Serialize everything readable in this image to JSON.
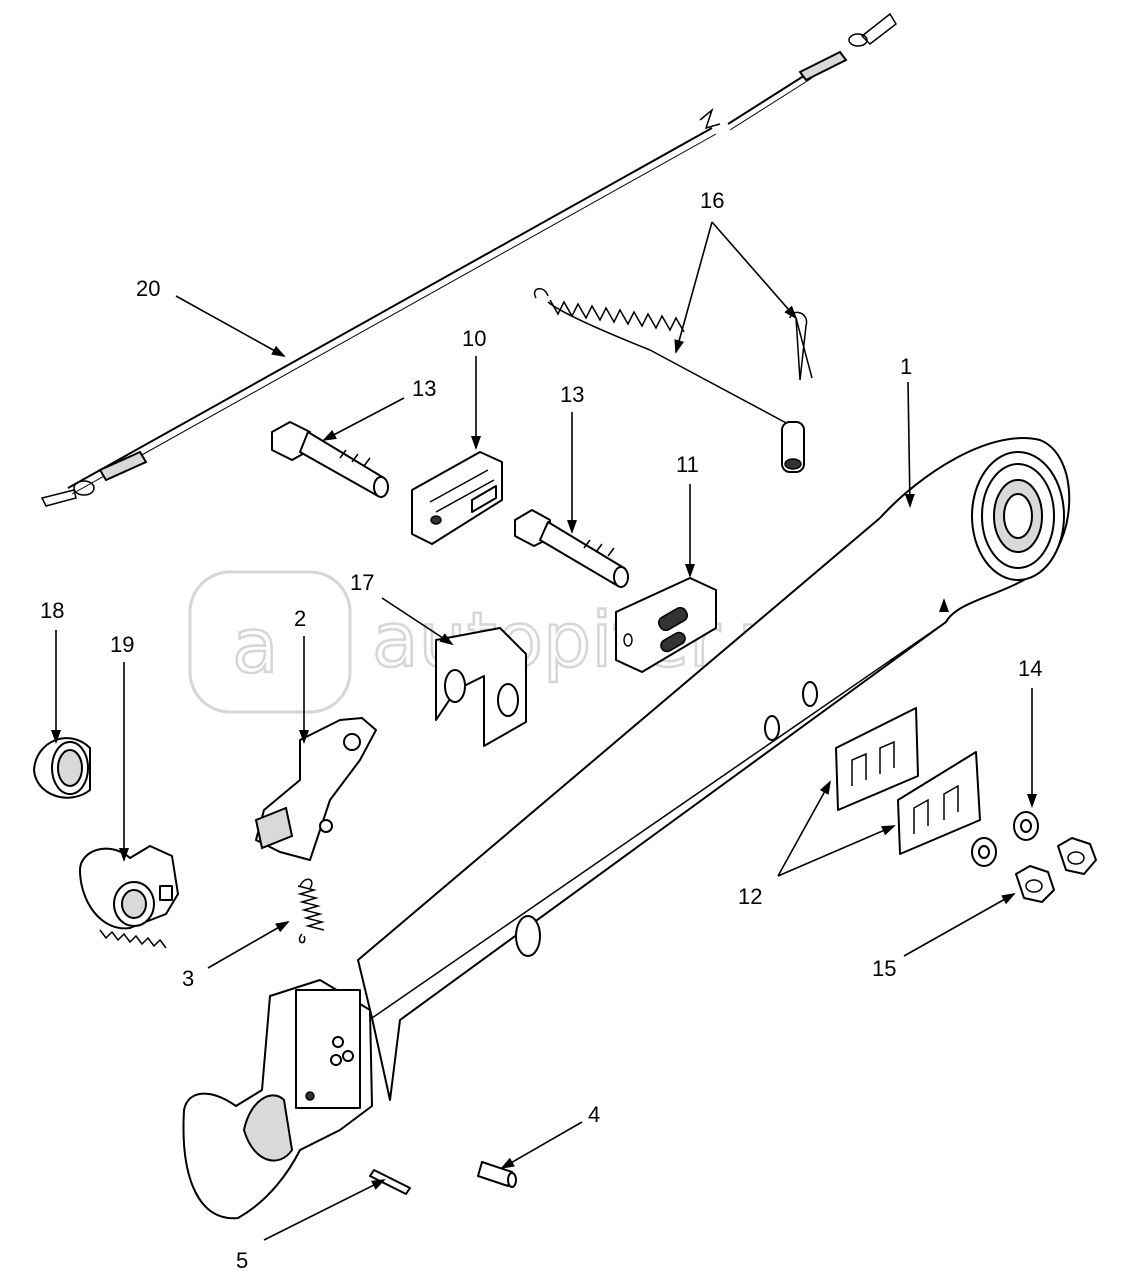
{
  "watermark": {
    "text": "autopiter.ru",
    "logo_glyph": "a"
  },
  "labels": {
    "p1": "1",
    "p2": "2",
    "p3": "3",
    "p4": "4",
    "p5": "5",
    "p10": "10",
    "p11": "11",
    "p12": "12",
    "p13a": "13",
    "p13b": "13",
    "p14": "14",
    "p15": "15",
    "p16": "16",
    "p17": "17",
    "p18": "18",
    "p19": "19",
    "p20": "20"
  }
}
